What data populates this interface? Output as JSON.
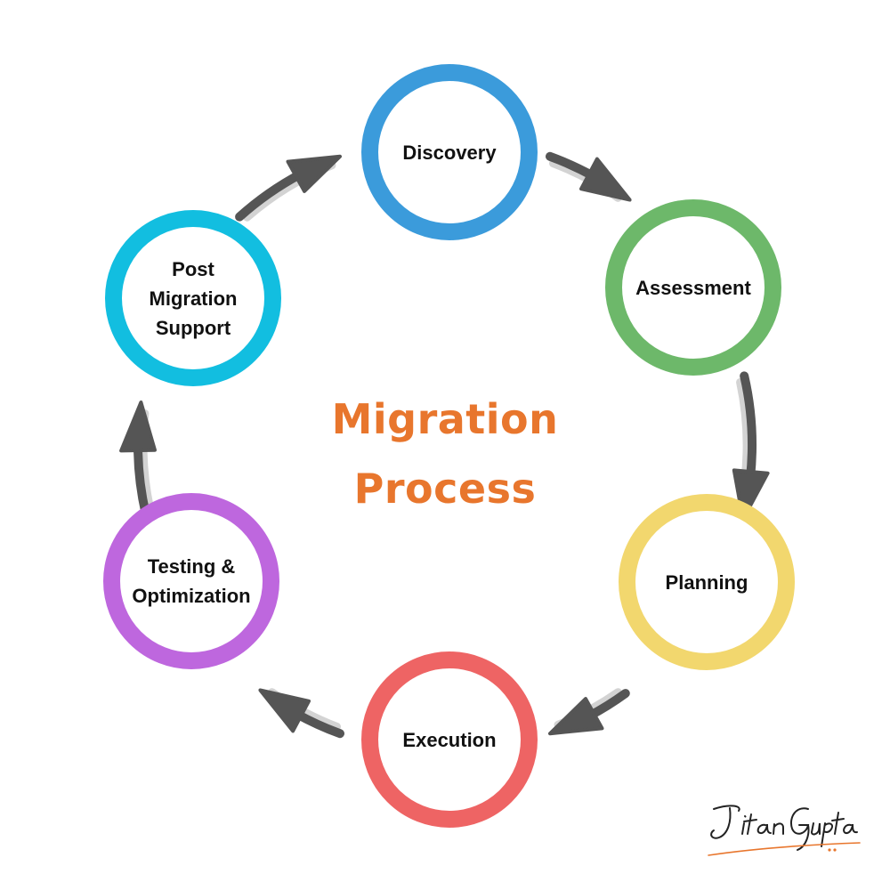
{
  "title": {
    "text": "Migration\nProcess",
    "color": "#E8762D"
  },
  "steps": [
    {
      "label": "Discovery",
      "color": "#3B9BDB"
    },
    {
      "label": "Assessment",
      "color": "#6DB86A"
    },
    {
      "label": "Planning",
      "color": "#F2D76E"
    },
    {
      "label": "Execution",
      "color": "#EE6464"
    },
    {
      "label": "Testing &\nOptimization",
      "color": "#BE67DE"
    },
    {
      "label": "Post\nMigration\nSupport",
      "color": "#12BEE0"
    }
  ],
  "arrow_color": "#555555",
  "arrow_shadow_color": "#D3D3D3",
  "signature": {
    "text": "Jitan Gupta",
    "accent_color": "#E8762D"
  }
}
